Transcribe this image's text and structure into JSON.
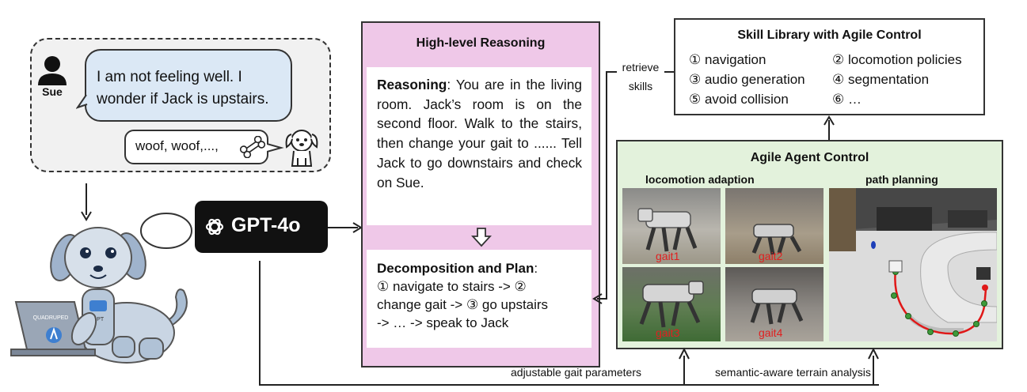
{
  "conversation": {
    "speaker": "Sue",
    "sue_line1": "I am not feeling well. I",
    "sue_line2": "wonder if Jack is upstairs.",
    "dog_reply": "woof, woof,...,"
  },
  "model": {
    "name": "GPT-4o"
  },
  "laptop_text": "QUADRUPED",
  "reasoning_panel": {
    "title": "High-level Reasoning",
    "reasoning_label": "Reasoning",
    "reasoning_text": ": You are in the living room. Jack’s room is on the second floor. Walk to the stairs, then change your gait to ...... Tell Jack to go downstairs and check on Sue.",
    "plan_label": "Decomposition and Plan",
    "plan_colon": ":",
    "plan_line1": "① navigate to stairs -> ②",
    "plan_line2": "change gait -> ③ go upstairs",
    "plan_line3": "-> … -> speak to Jack"
  },
  "retrieve_label_1": "retrieve",
  "retrieve_label_2": "skills",
  "skill_library": {
    "title": "Skill Library with Agile Control",
    "items": [
      "① navigation",
      "② locomotion policies",
      "③ audio generation",
      "④ segmentation",
      "⑤ avoid collision",
      "⑥ …"
    ]
  },
  "agile_control": {
    "title": "Agile Agent Control",
    "locomotion_title": "locomotion adaption",
    "path_title": "path planning",
    "gaits": [
      "gait1",
      "gait2",
      "gait3",
      "gait4"
    ]
  },
  "bottom_labels": {
    "gait_params": "adjustable gait parameters",
    "terrain": "semantic-aware terrain analysis"
  },
  "colors": {
    "reasoning_bg": "#efc8e8",
    "agile_bg": "#e3f2dc",
    "sue_bubble": "#dbe8f5",
    "gait_label": "#e02020"
  }
}
